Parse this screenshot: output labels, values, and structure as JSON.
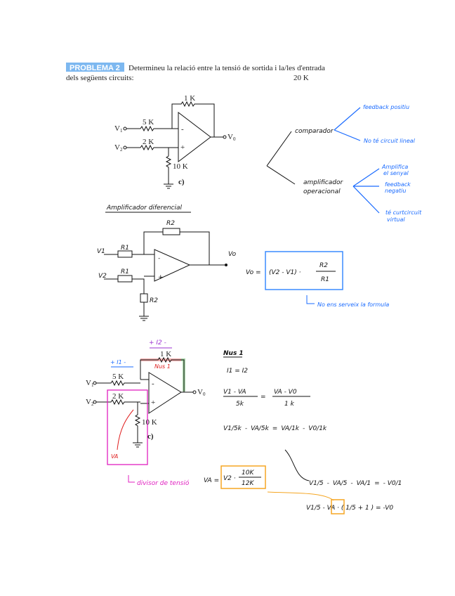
{
  "header": {
    "badge": "PROBLEMA 2",
    "line1": "Determineu la relació entre la tensió de sortida i la/les d'entrada",
    "line2": "dels següents circuits:",
    "stray": "20 K"
  },
  "circuit1": {
    "rf": "1 K",
    "r1": "5 K",
    "r2": "2 K",
    "rg": "10 K",
    "v1": "V",
    "v1sub": "1",
    "v2": "V",
    "v2sub": "2",
    "vo": "V",
    "vosub": "0",
    "minus": "-",
    "plus": "+",
    "label": "c)"
  },
  "mindmap": {
    "comparador": "comparador",
    "feedback_positiu": "feedback positiu",
    "no_lineal": "No té circuit lineal",
    "amp_line1": "amplificador",
    "amp_line2": "operacional",
    "amplifica_1": "Amplifica",
    "amplifica_2": "el senyal",
    "fb_neg_1": "feedback",
    "fb_neg_2": "negatiu",
    "curt_1": "té curtcircuit",
    "curt_2": "virtual"
  },
  "differential": {
    "title": "Amplificador diferencial",
    "r2_top": "R2",
    "r1a": "R1",
    "r1b": "R1",
    "v1": "V1",
    "v2": "V2",
    "vo": "Vo",
    "r2_bottom": "R2",
    "formula_lhs": "Vo =",
    "formula_mid": "(V2 - V1) ·",
    "formula_num": "R2",
    "formula_den": "R1",
    "note": "No ens serveix la formula",
    "colors": {
      "box": "#3a8bff"
    }
  },
  "circuit3": {
    "i2": "+  I2  -",
    "i1": "+  I1  -",
    "node": "Nus 1",
    "va": "VA",
    "divisor": "divisor de tensió",
    "va_eq_lhs": "VA =",
    "va_eq": "V2 ·",
    "va_num": "10K",
    "va_den": "12K",
    "colors": {
      "magenta": "#e020c0",
      "orange": "#f5a623",
      "red": "#e02020",
      "green": "#2ca02c"
    }
  },
  "equations": {
    "title": "Nus 1",
    "e1": "I1 = I2",
    "e2_num_l": "V1 - VA",
    "e2_den_l": "5k",
    "e2_num_r": "VA - V0",
    "e2_den_r": "1 k",
    "e3": [
      "V1/5k",
      "-",
      "VA/5k",
      "=",
      "VA/1k",
      "-",
      "V0/1k"
    ],
    "e4": [
      "V1/5",
      "-",
      "VA/5",
      "-",
      "VA/1",
      "=",
      "- V0/1"
    ],
    "e5": "V1/5  -  VA · ( 1/5 + 1 ) = -V0"
  }
}
